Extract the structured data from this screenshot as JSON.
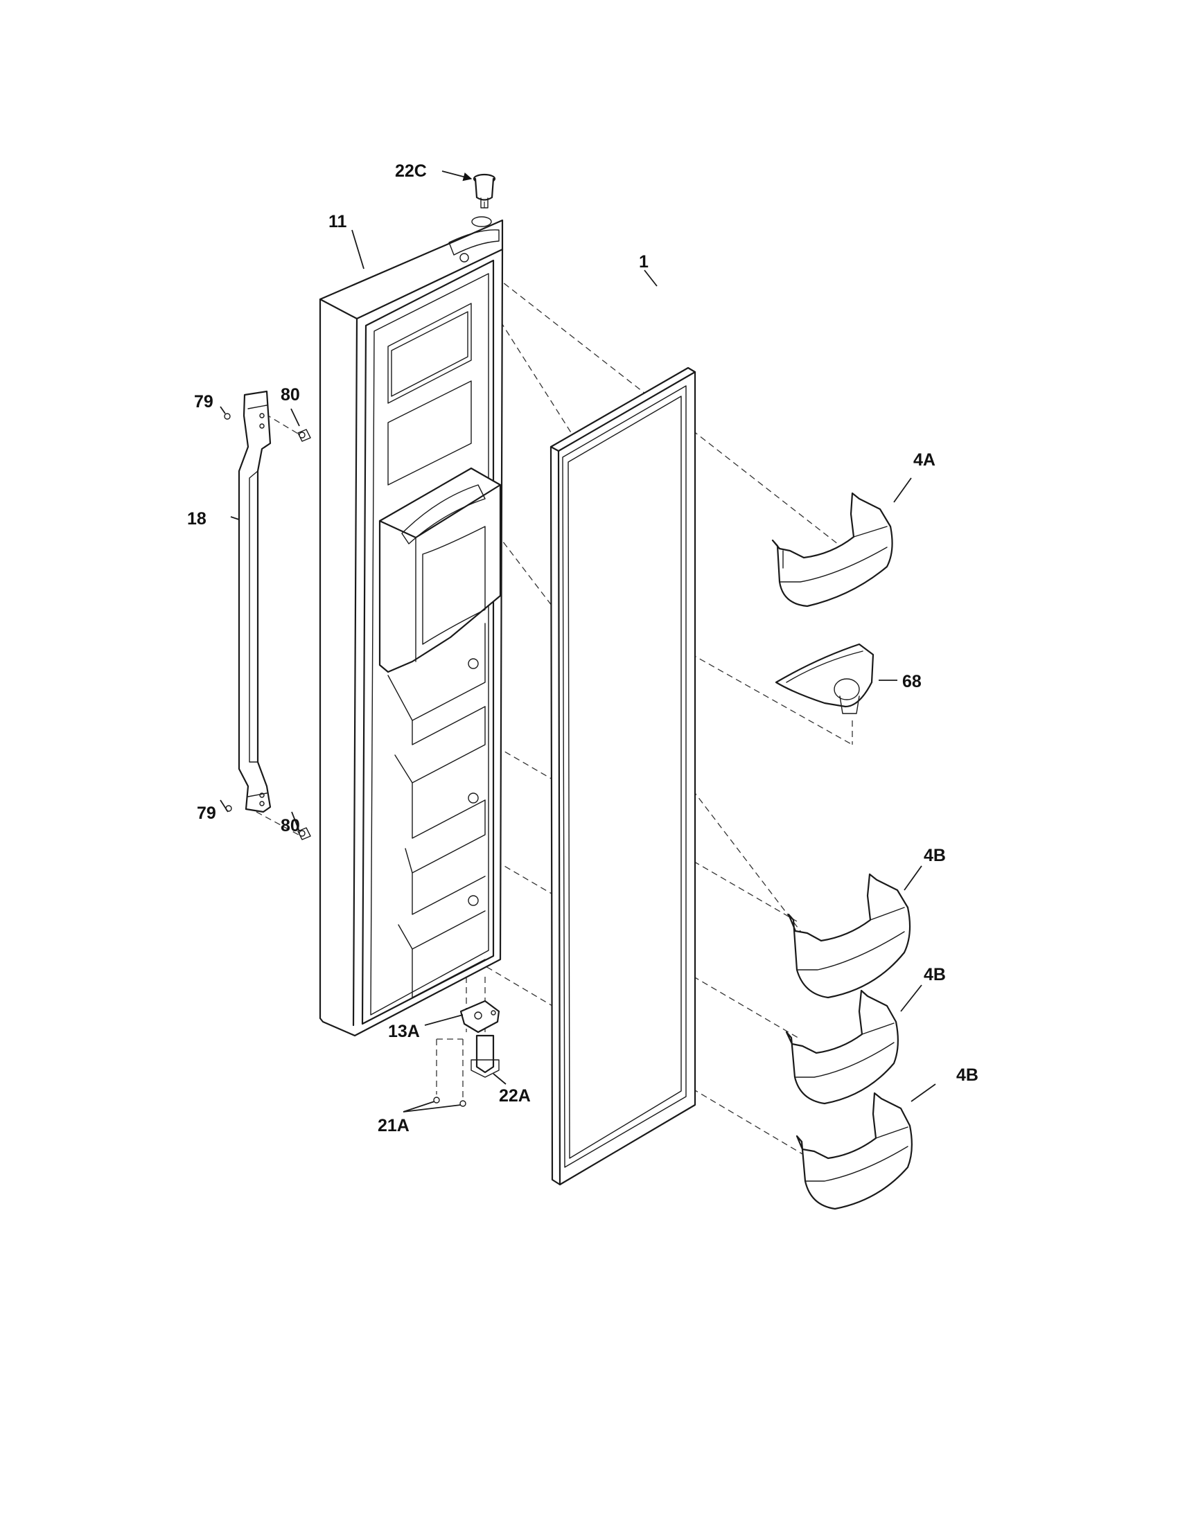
{
  "diagram": {
    "callouts": {
      "c22C": "22C",
      "c11": "11",
      "c1": "1",
      "c79_top": "79",
      "c80_top": "80",
      "c18": "18",
      "c4A": "4A",
      "c68": "68",
      "c79_bottom": "79",
      "c80_bottom": "80",
      "c4B_1": "4B",
      "c4B_2": "4B",
      "c4B_3": "4B",
      "c13A": "13A",
      "c22A": "22A",
      "c21A": "21A"
    }
  }
}
